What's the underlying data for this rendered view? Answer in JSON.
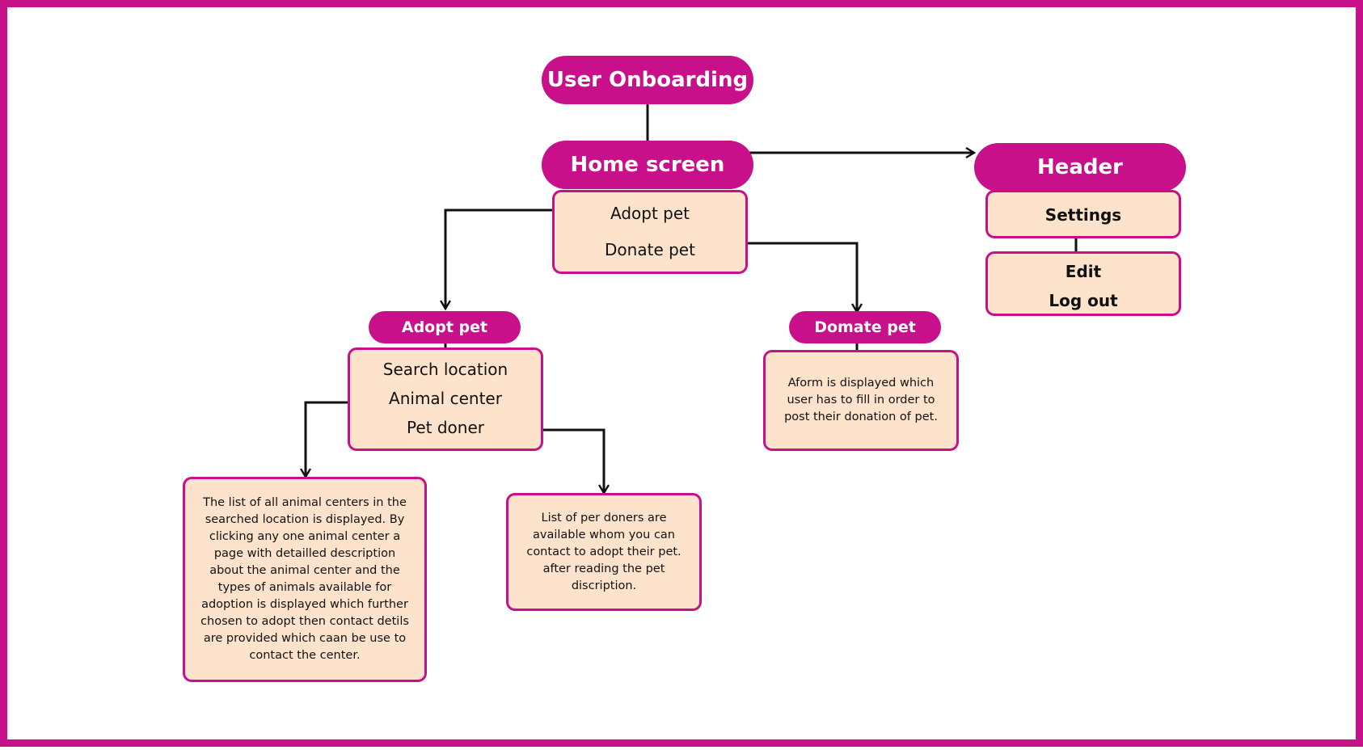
{
  "colors": {
    "frame": "#c8108a",
    "pill_fill": "#c8108a",
    "pill_text": "#ffffff",
    "box_fill": "#fde3cb",
    "box_border": "#c8108a",
    "connector": "#111111"
  },
  "nodes": {
    "user_onboarding": "User Onboarding",
    "home_screen": "Home screen",
    "header": "Header",
    "adopt_pet_heading": "Adopt pet",
    "donate_pet_heading": "Domate pet"
  },
  "home_menu": {
    "adopt_pet": "Adopt pet",
    "donate_pet": "Donate pet"
  },
  "header_menu": {
    "settings": "Settings",
    "edit": "Edit",
    "log_out": "Log out"
  },
  "adopt_menu": {
    "search_location": "Search location",
    "animal_center": "Animal center",
    "pet_doner": "Pet doner"
  },
  "descriptions": {
    "donate_form": "Aform is displayed which user has to fill in order to post their donation of pet.",
    "animal_centers": "The list of all animal centers in the searched location is displayed. By clicking any one animal center a page with detailled description about the animal center and the types of animals available for adoption is displayed which further chosen to adopt then contact detils are provided which caan be use to contact the center.",
    "pet_doners": "List of per doners are available whom you can contact to adopt their pet. after reading the pet discription."
  }
}
